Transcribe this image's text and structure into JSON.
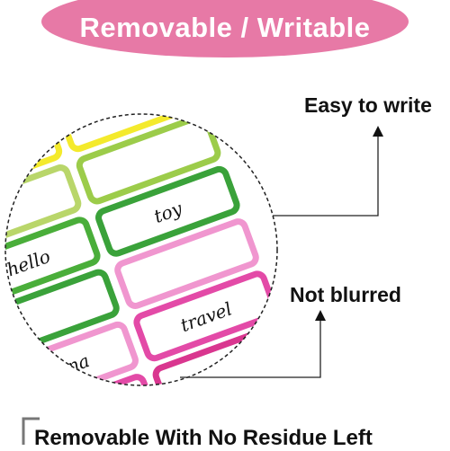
{
  "banner": {
    "title": "Removable / Writable",
    "color": "#e779a6"
  },
  "callouts": {
    "easy_to_write": "Easy to write",
    "not_blurred": "Not blurred"
  },
  "labels": {
    "hello": "hello",
    "toy": "toy",
    "anna": "Anna",
    "travel": "travel"
  },
  "footer": {
    "title": "Removable With No Residue Left"
  },
  "colors": {
    "yellow": "#f4ea2c",
    "light_green": "#b9d66a",
    "green": "#3aa23a",
    "light_pink": "#f096cf",
    "pink": "#e34aa7",
    "magenta": "#d9368f"
  }
}
